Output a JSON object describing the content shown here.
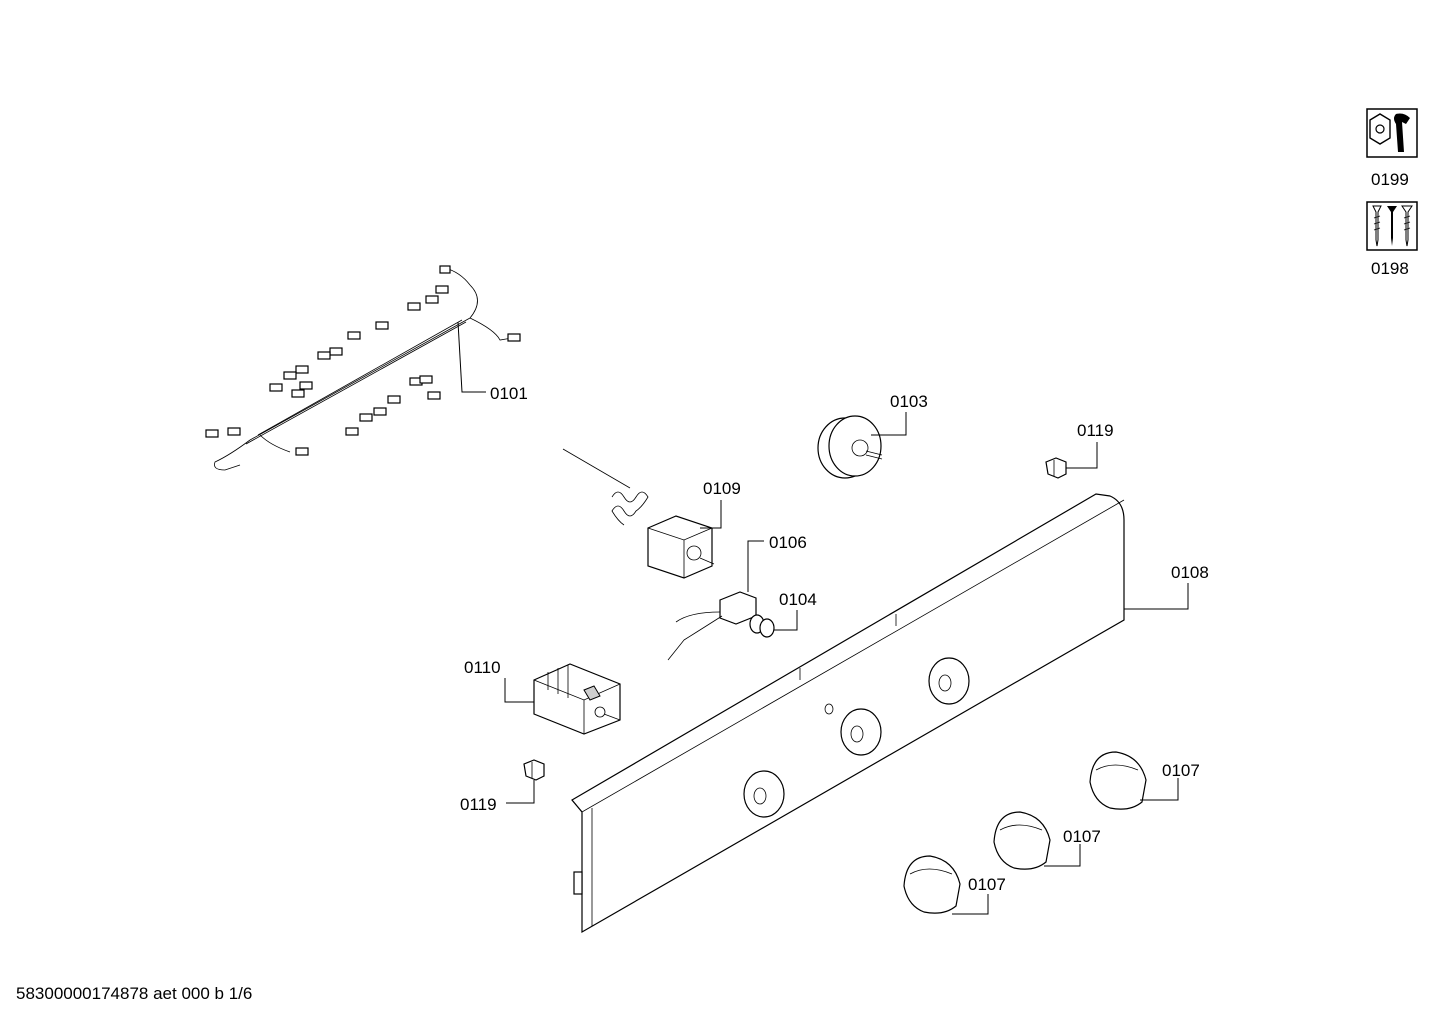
{
  "callouts": {
    "c0101": "0101",
    "c0103": "0103",
    "c0119_top": "0119",
    "c0109": "0109",
    "c0106": "0106",
    "c0104": "0104",
    "c0108": "0108",
    "c0110": "0110",
    "c0119_bottom": "0119",
    "c0107_a": "0107",
    "c0107_b": "0107",
    "c0107_c": "0107"
  },
  "kits": {
    "tool_kit": {
      "label": "0199",
      "icon": "wrench-nut-icon"
    },
    "screw_kit": {
      "label": "0198",
      "icon": "screws-icon"
    }
  },
  "footer": {
    "document_id": "58300000174878 aet 000 b 1/6"
  }
}
